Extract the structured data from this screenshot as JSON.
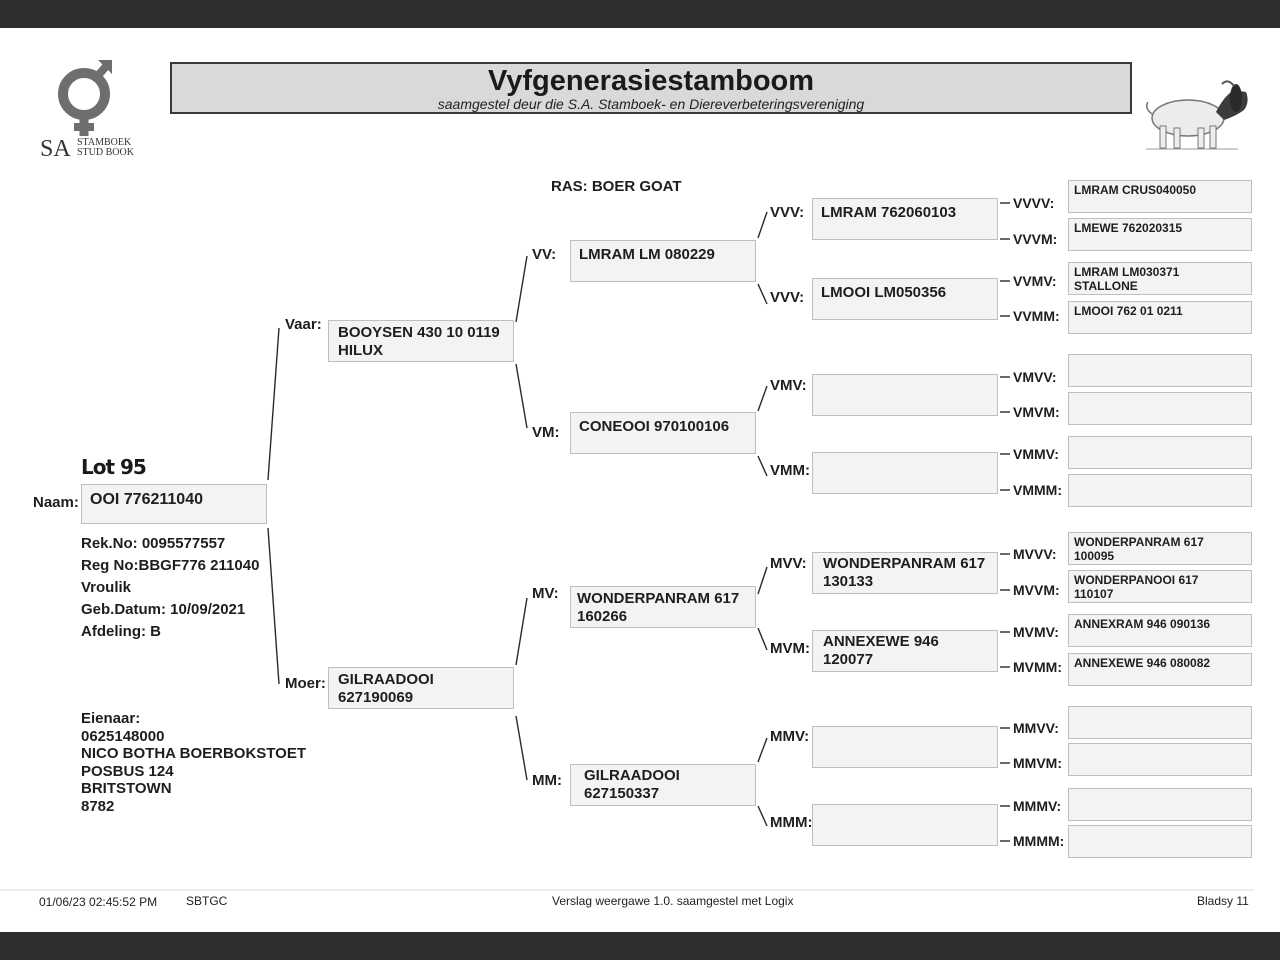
{
  "header": {
    "title": "Vyfgenerasiestamboom",
    "subtitle": "saamgestel deur die S.A. Stamboek- en Diereverbeteringsvereniging",
    "logo_sa": "SA",
    "logo_line1": "STAMBOEK",
    "logo_line2": "STUD BOOK"
  },
  "breed": "RAS: BOER GOAT",
  "animal": {
    "lot": "Lot 95",
    "name_label": "Naam:",
    "name": "OOI 776211040",
    "details": [
      "Rek.No: 0095577557",
      "Reg No:BBGF776 211040",
      "Vroulik",
      "Geb.Datum: 10/09/2021",
      "Afdeling: B"
    ]
  },
  "owner": {
    "lines": [
      "Eienaar:",
      "0625148000",
      "NICO BOTHA BOERBOKSTOET",
      "POSBUS 124",
      "BRITSTOWN",
      "8782"
    ]
  },
  "gen1": {
    "sire_label": "Vaar:",
    "sire": "BOOYSEN 430 10 0119\nHILUX",
    "dam_label": "Moer:",
    "dam": "GILRAADOOI\n627190069"
  },
  "gen2": {
    "vv_label": "VV:",
    "vv": "LMRAM LM 080229",
    "vm_label": "VM:",
    "vm": "CONEOOI 970100106",
    "mv_label": "MV:",
    "mv": "WONDERPANRAM 617\n160266",
    "mm_label": "MM:",
    "mm": "GILRAADOOI\n627150337"
  },
  "gen3": {
    "vvv_label": "VVV:",
    "vvv": "LMRAM 762060103",
    "vvm_label": "VVV:",
    "vvm": "LMOOI LM050356",
    "vmv_label": "VMV:",
    "vmv": "",
    "vmm_label": "VMM:",
    "vmm": "",
    "mvv_label": "MVV:",
    "mvv": "WONDERPANRAM 617\n130133",
    "mvm_label": "MVM:",
    "mvm": "ANNEXEWE 946\n120077",
    "mmv_label": "MMV:",
    "mmv": "",
    "mmm_label": "MMM:",
    "mmm": ""
  },
  "gen4": {
    "vvvv_label": "VVVV:",
    "vvvv": "LMRAM CRUS040050",
    "vvvm_label": "VVVM:",
    "vvvm": "LMEWE 762020315",
    "vvmv_label": "VVMV:",
    "vvmv": "LMRAM LM030371 STALLONE",
    "vvmm_label": "VVMM:",
    "vvmm": "LMOOI 762 01 0211",
    "vmvv_label": "VMVV:",
    "vmvv": "",
    "vmvm_label": "VMVM:",
    "vmvm": "",
    "vmmv_label": "VMMV:",
    "vmmv": "",
    "vmmm_label": "VMMM:",
    "vmmm": "",
    "mvvv_label": "MVVV:",
    "mvvv": "WONDERPANRAM 617\n100095",
    "mvvm_label": "MVVM:",
    "mvvm": "WONDERPANOOI 617\n110107",
    "mvmv_label": "MVMV:",
    "mvmv": "ANNEXRAM 946 090136",
    "mvmm_label": "MVMM:",
    "mvmm": "ANNEXEWE 946 080082",
    "mmvv_label": "MMVV:",
    "mmvv": "",
    "mmvm_label": "MMVM:",
    "mmvm": "",
    "mmmv_label": "MMMV:",
    "mmmv": "",
    "mmmm_label": "MMMM:",
    "mmmm": ""
  },
  "footer": {
    "timestamp": "01/06/23 02:45:52 PM",
    "code": "SBTGC",
    "report": "Verslag weergawe 1.0. saamgestel met Logix",
    "page": "Bladsy 11"
  }
}
